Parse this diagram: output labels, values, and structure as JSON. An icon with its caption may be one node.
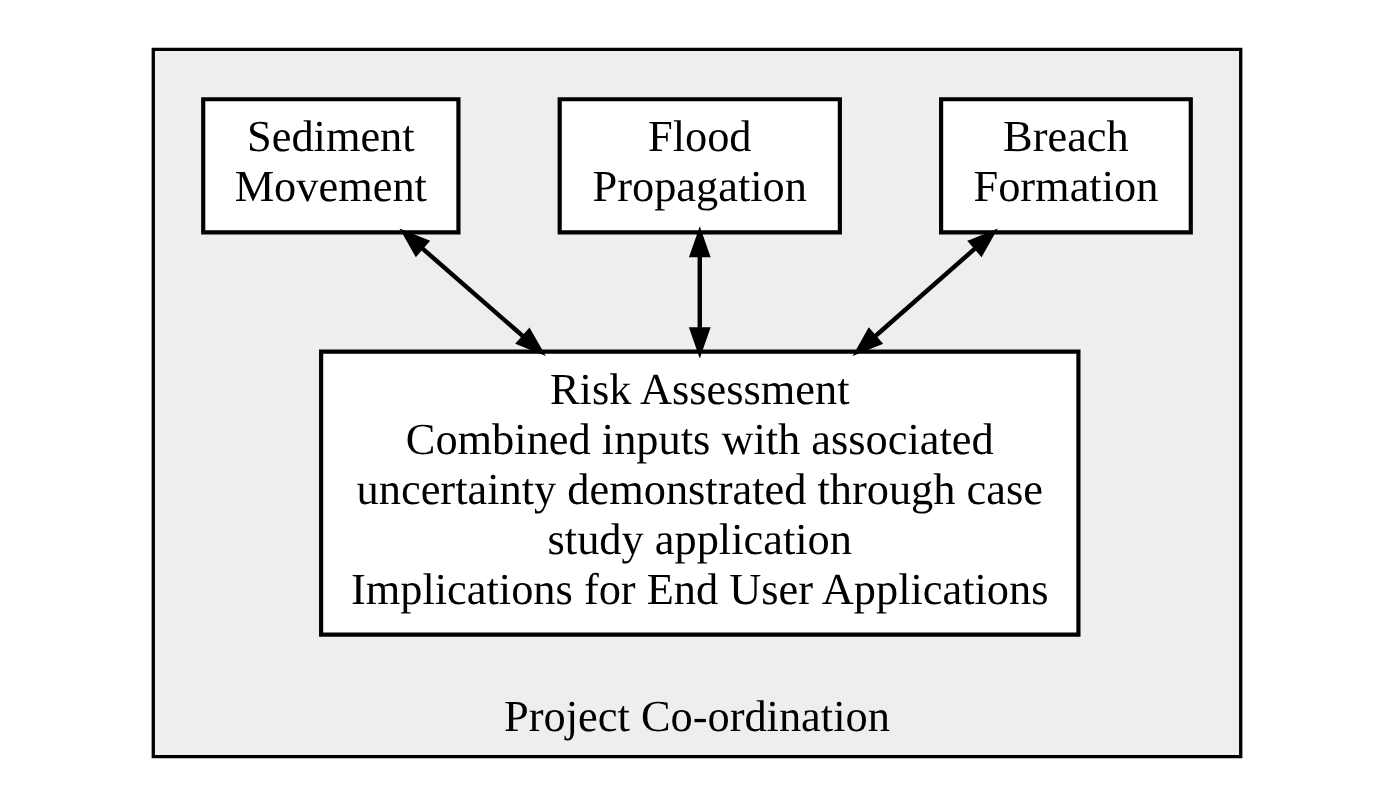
{
  "diagram": {
    "nodes": [
      {
        "text": [
          "Project Co-ordination"
        ]
      },
      {
        "text": [
          "Breach Formation"
        ],
        "in": 0
      },
      {
        "text": [
          "Flood Propagation"
        ],
        "in": 0
      },
      {
        "text": [
          "Sediment Movement"
        ],
        "in": 0
      },
      {
        "text": [
          "Risk Assessment",
          "Combined inputs with associated uncertainty demonstrated through case study application",
          "Implications for End User Applications"
        ],
        "in": 0
      }
    ],
    "edges": [
      {
        "from": 1,
        "to": 4,
        "arrow": "both"
      },
      {
        "from": 2,
        "to": 4,
        "arrow": "both"
      },
      {
        "from": 3,
        "to": 4,
        "arrow": "both"
      }
    ]
  }
}
